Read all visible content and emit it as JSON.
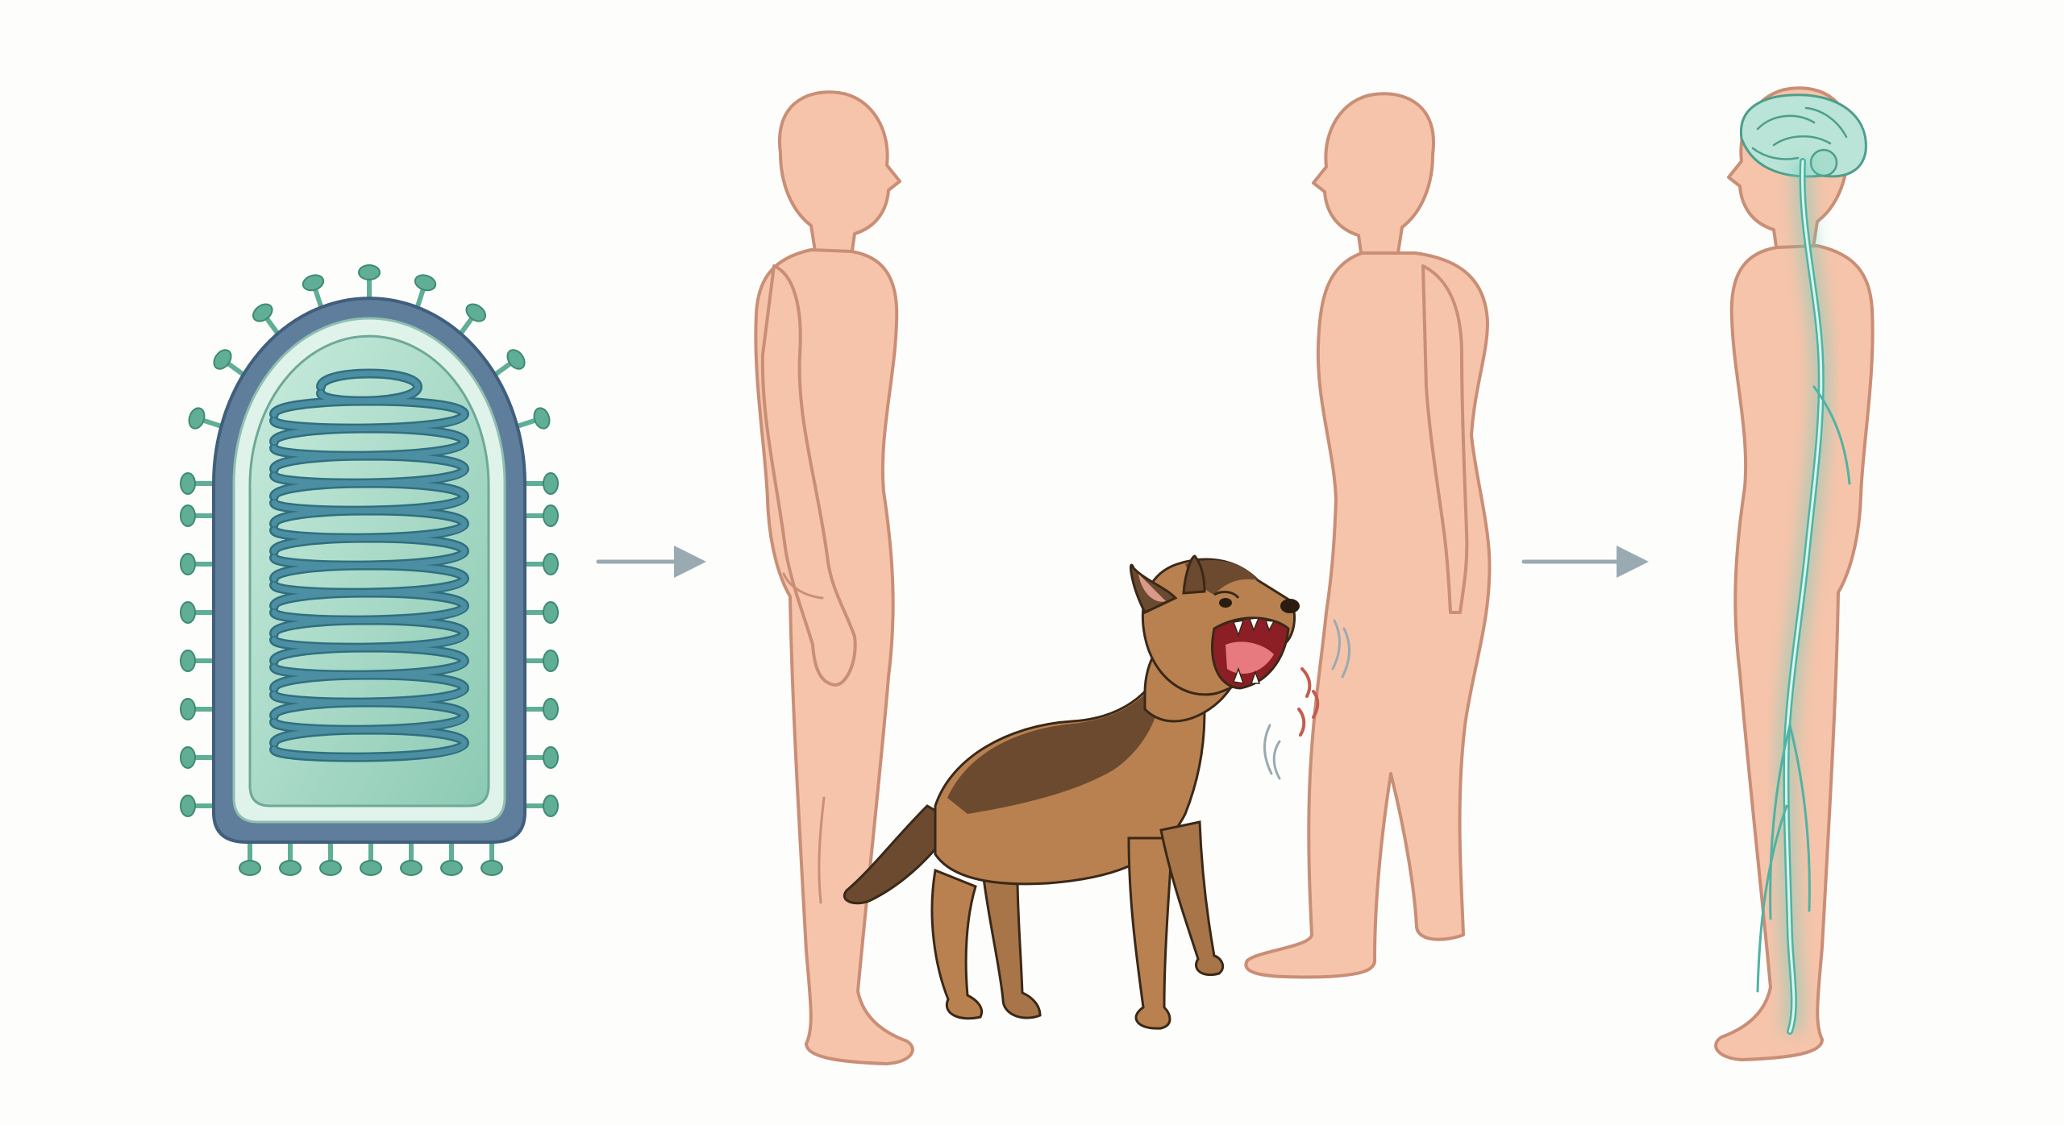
{
  "diagram": {
    "panels": [
      {
        "id": "virus",
        "icon": "virus-particle"
      },
      {
        "id": "healthy-person",
        "icon": "human-figure"
      },
      {
        "id": "dog-bite",
        "icon": "dog-biting-leg"
      },
      {
        "id": "nervous-system",
        "icon": "human-nervous-system"
      }
    ],
    "arrows": [
      {
        "from": "virus",
        "to": "healthy-person"
      },
      {
        "from": "dog-bite",
        "to": "nervous-system"
      }
    ]
  },
  "colors": {
    "background": "#fdfdfc",
    "skin": "#f6c4aa",
    "skin_outline": "#c98e76",
    "virus_core": "#a3d6c3",
    "virus_capsid": "#5e7e9c",
    "virus_spike": "#5fae95",
    "virus_rna": "#4d8fa2",
    "nerve": "#6fcfbf",
    "dog_tan": "#b8814f",
    "dog_dark": "#6b4a2f",
    "arrow": "#9aaab2"
  }
}
